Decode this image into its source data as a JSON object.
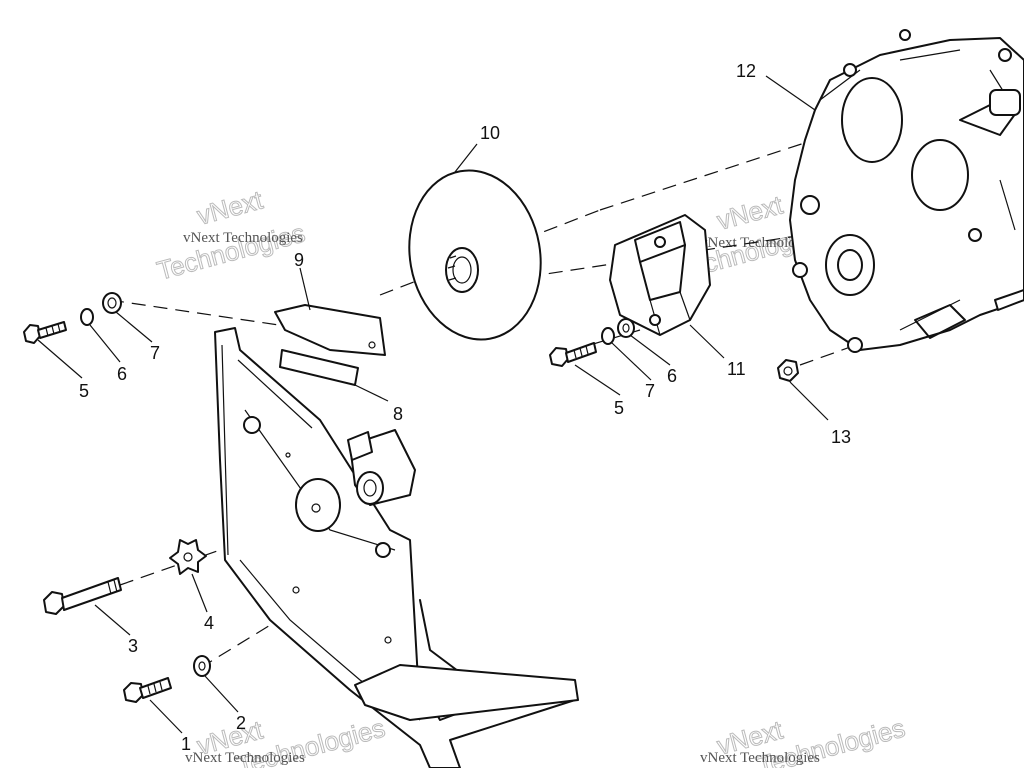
{
  "callouts": {
    "c1": "1",
    "c2": "2",
    "c3": "3",
    "c4": "4",
    "c5a": "5",
    "c5b": "5",
    "c6a": "6",
    "c6b": "6",
    "c7a": "7",
    "c7b": "7",
    "c8": "8",
    "c9": "9",
    "c10": "10",
    "c11": "11",
    "c12": "12",
    "c13": "13"
  },
  "watermark": {
    "small": "vNext Technologies",
    "big_line1": "vNext",
    "big_line2": "Technologies"
  },
  "colors": {
    "ink": "#111111",
    "background": "#ffffff",
    "watermark": "#bbbbbb"
  }
}
